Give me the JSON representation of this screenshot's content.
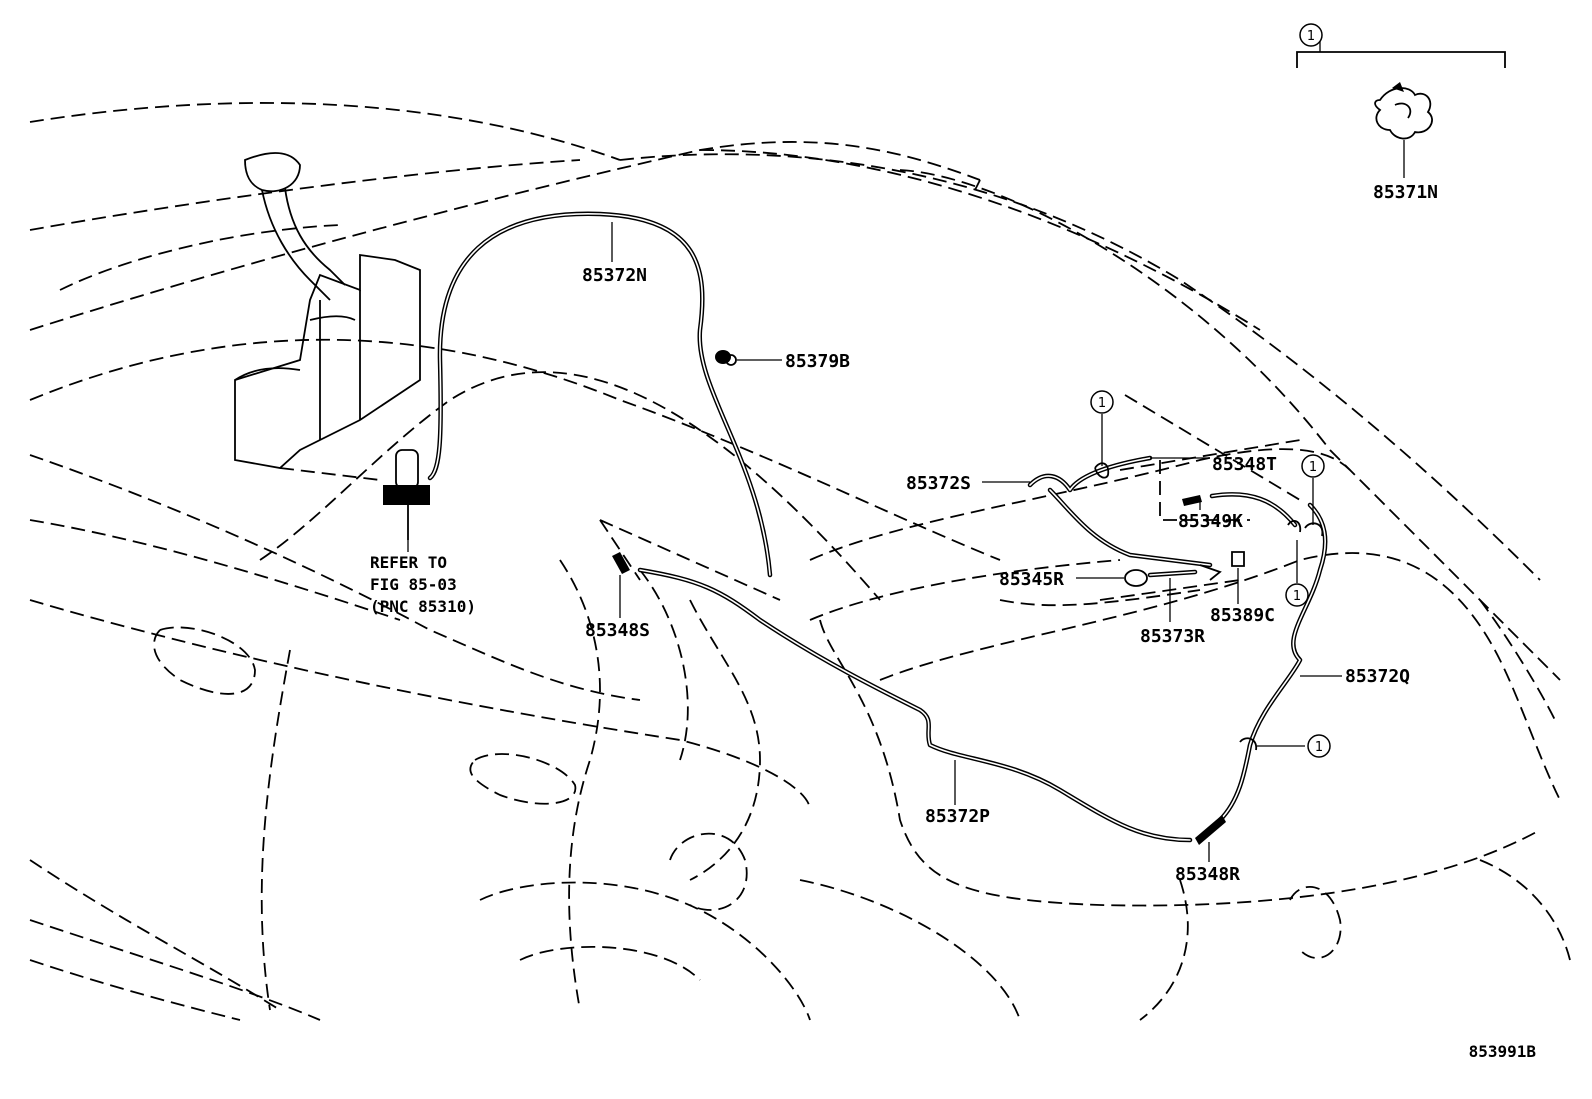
{
  "diagram_id": "853991B",
  "callout_marker": "1",
  "parts": {
    "p85371N": "85371N",
    "p85372N": "85372N",
    "p85379B": "85379B",
    "p85372S": "85372S",
    "p85348T": "85348T",
    "p85349K": "85349K",
    "p85345R": "85345R",
    "p85373R": "85373R",
    "p85389C": "85389C",
    "p85348S": "85348S",
    "p85372Q": "85372Q",
    "p85372P": "85372P",
    "p85348R": "85348R"
  },
  "reference_note": {
    "line1": "REFER TO",
    "line2": "FIG 85-03",
    "line3": "(PNC 85310)"
  }
}
